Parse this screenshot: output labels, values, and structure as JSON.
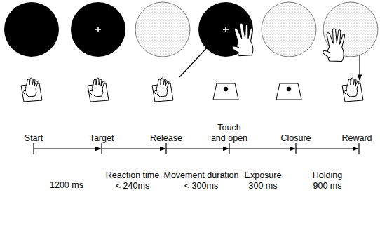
{
  "diagram": {
    "labels": [
      "Start",
      "Target",
      "Release",
      "Touch and open",
      "Closure",
      "Reward",
      "1200 ms",
      "Reaction time < 240ms",
      "Movement duration < 300ms",
      "Exposure 300 ms",
      "Holding 900 ms"
    ]
  }
}
